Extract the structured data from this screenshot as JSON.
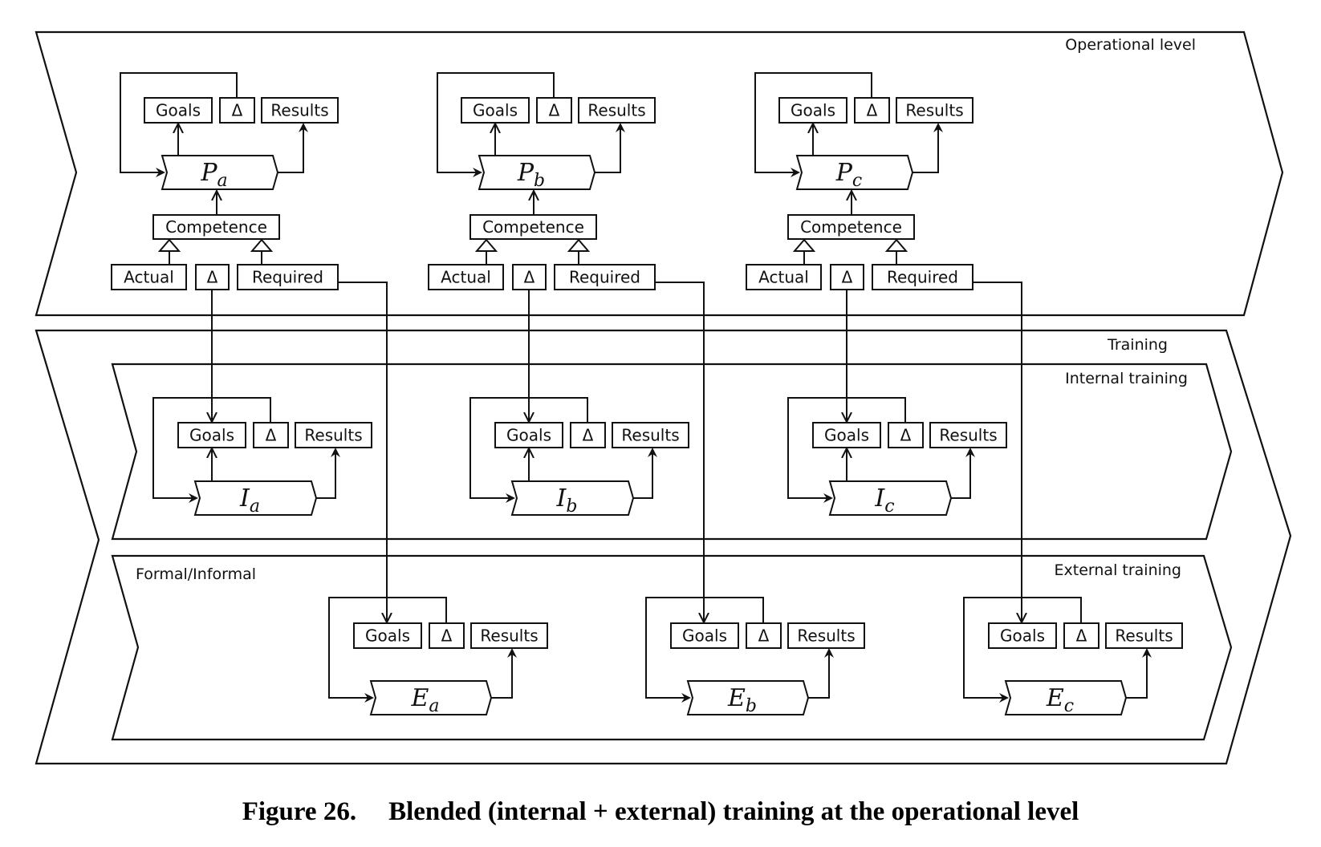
{
  "sections": {
    "operational": "Operational level",
    "training": "Training",
    "internal": "Internal training",
    "external": "External training",
    "formal_informal": "Formal/Informal"
  },
  "labels": {
    "goals": "Goals",
    "delta": "Δ",
    "results": "Results",
    "competence": "Competence",
    "actual": "Actual",
    "required": "Required"
  },
  "columns": [
    {
      "id": "a",
      "P": "P",
      "I": "I",
      "E": "E",
      "sub": "a"
    },
    {
      "id": "b",
      "P": "P",
      "I": "I",
      "E": "E",
      "sub": "b"
    },
    {
      "id": "c",
      "P": "P",
      "I": "I",
      "E": "E",
      "sub": "c"
    }
  ],
  "caption": {
    "number": "Figure 26.",
    "text": "Blended (internal + external) training at the operational level"
  }
}
